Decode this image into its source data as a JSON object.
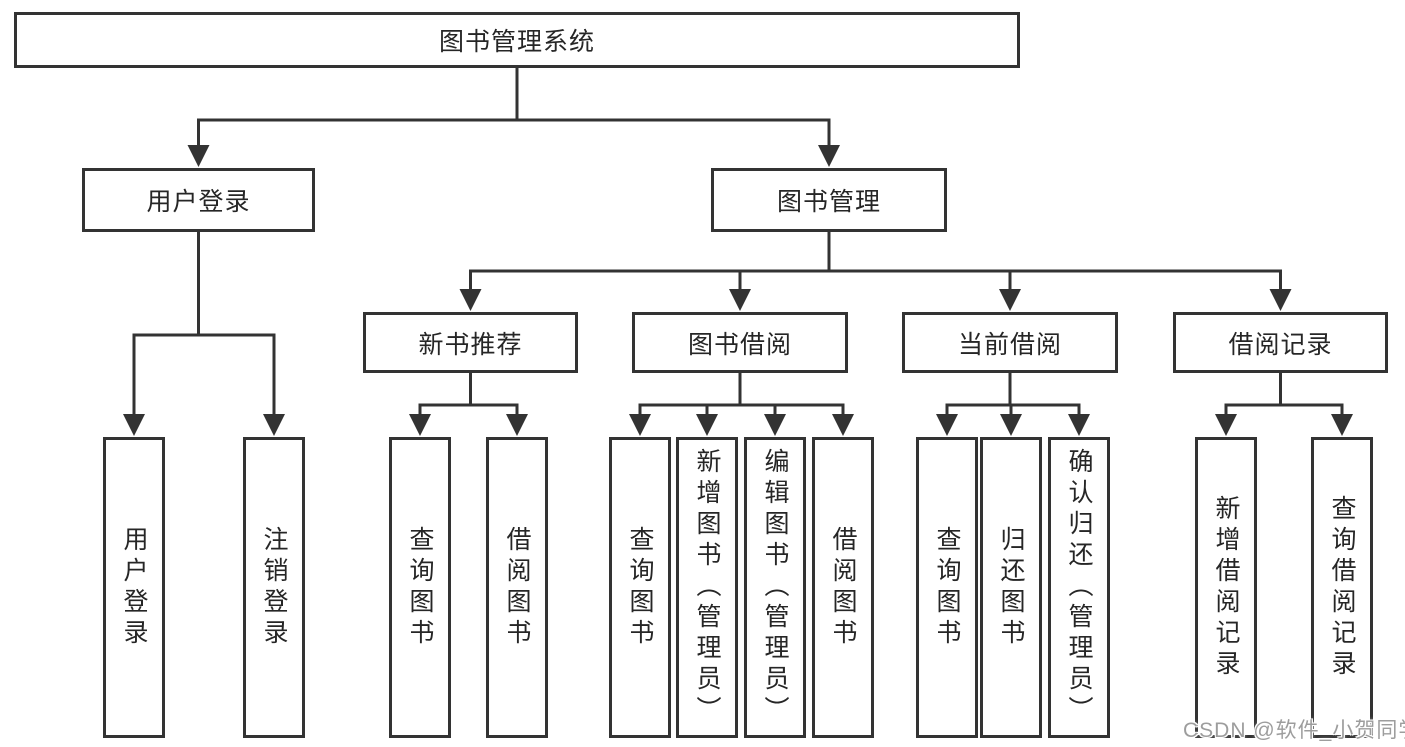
{
  "diagram": {
    "title": "图书管理系统",
    "colors": {
      "line": "#333333",
      "border": "#333333",
      "text": "#262626",
      "background": "#ffffff",
      "watermark": "#9d9d9d"
    }
  },
  "tree": {
    "root": {
      "label": "图书管理系统"
    },
    "branches": [
      {
        "label": "用户登录",
        "children": [
          {
            "label": "用户登录"
          },
          {
            "label": "注销登录"
          }
        ]
      },
      {
        "label": "图书管理",
        "children": [
          {
            "label": "新书推荐",
            "children": [
              {
                "label": "查询图书"
              },
              {
                "label": "借阅图书"
              }
            ]
          },
          {
            "label": "图书借阅",
            "children": [
              {
                "label": "查询图书"
              },
              {
                "label": "新增图书（管理员）"
              },
              {
                "label": "编辑图书（管理员）"
              },
              {
                "label": "借阅图书"
              }
            ]
          },
          {
            "label": "当前借阅",
            "children": [
              {
                "label": "查询图书"
              },
              {
                "label": "归还图书"
              },
              {
                "label": "确认归还（管理员）"
              }
            ]
          },
          {
            "label": "借阅记录",
            "children": [
              {
                "label": "新增借阅记录"
              },
              {
                "label": "查询借阅记录"
              }
            ]
          }
        ]
      }
    ]
  },
  "watermark": {
    "text": "CSDN @软件_小贺同学"
  }
}
